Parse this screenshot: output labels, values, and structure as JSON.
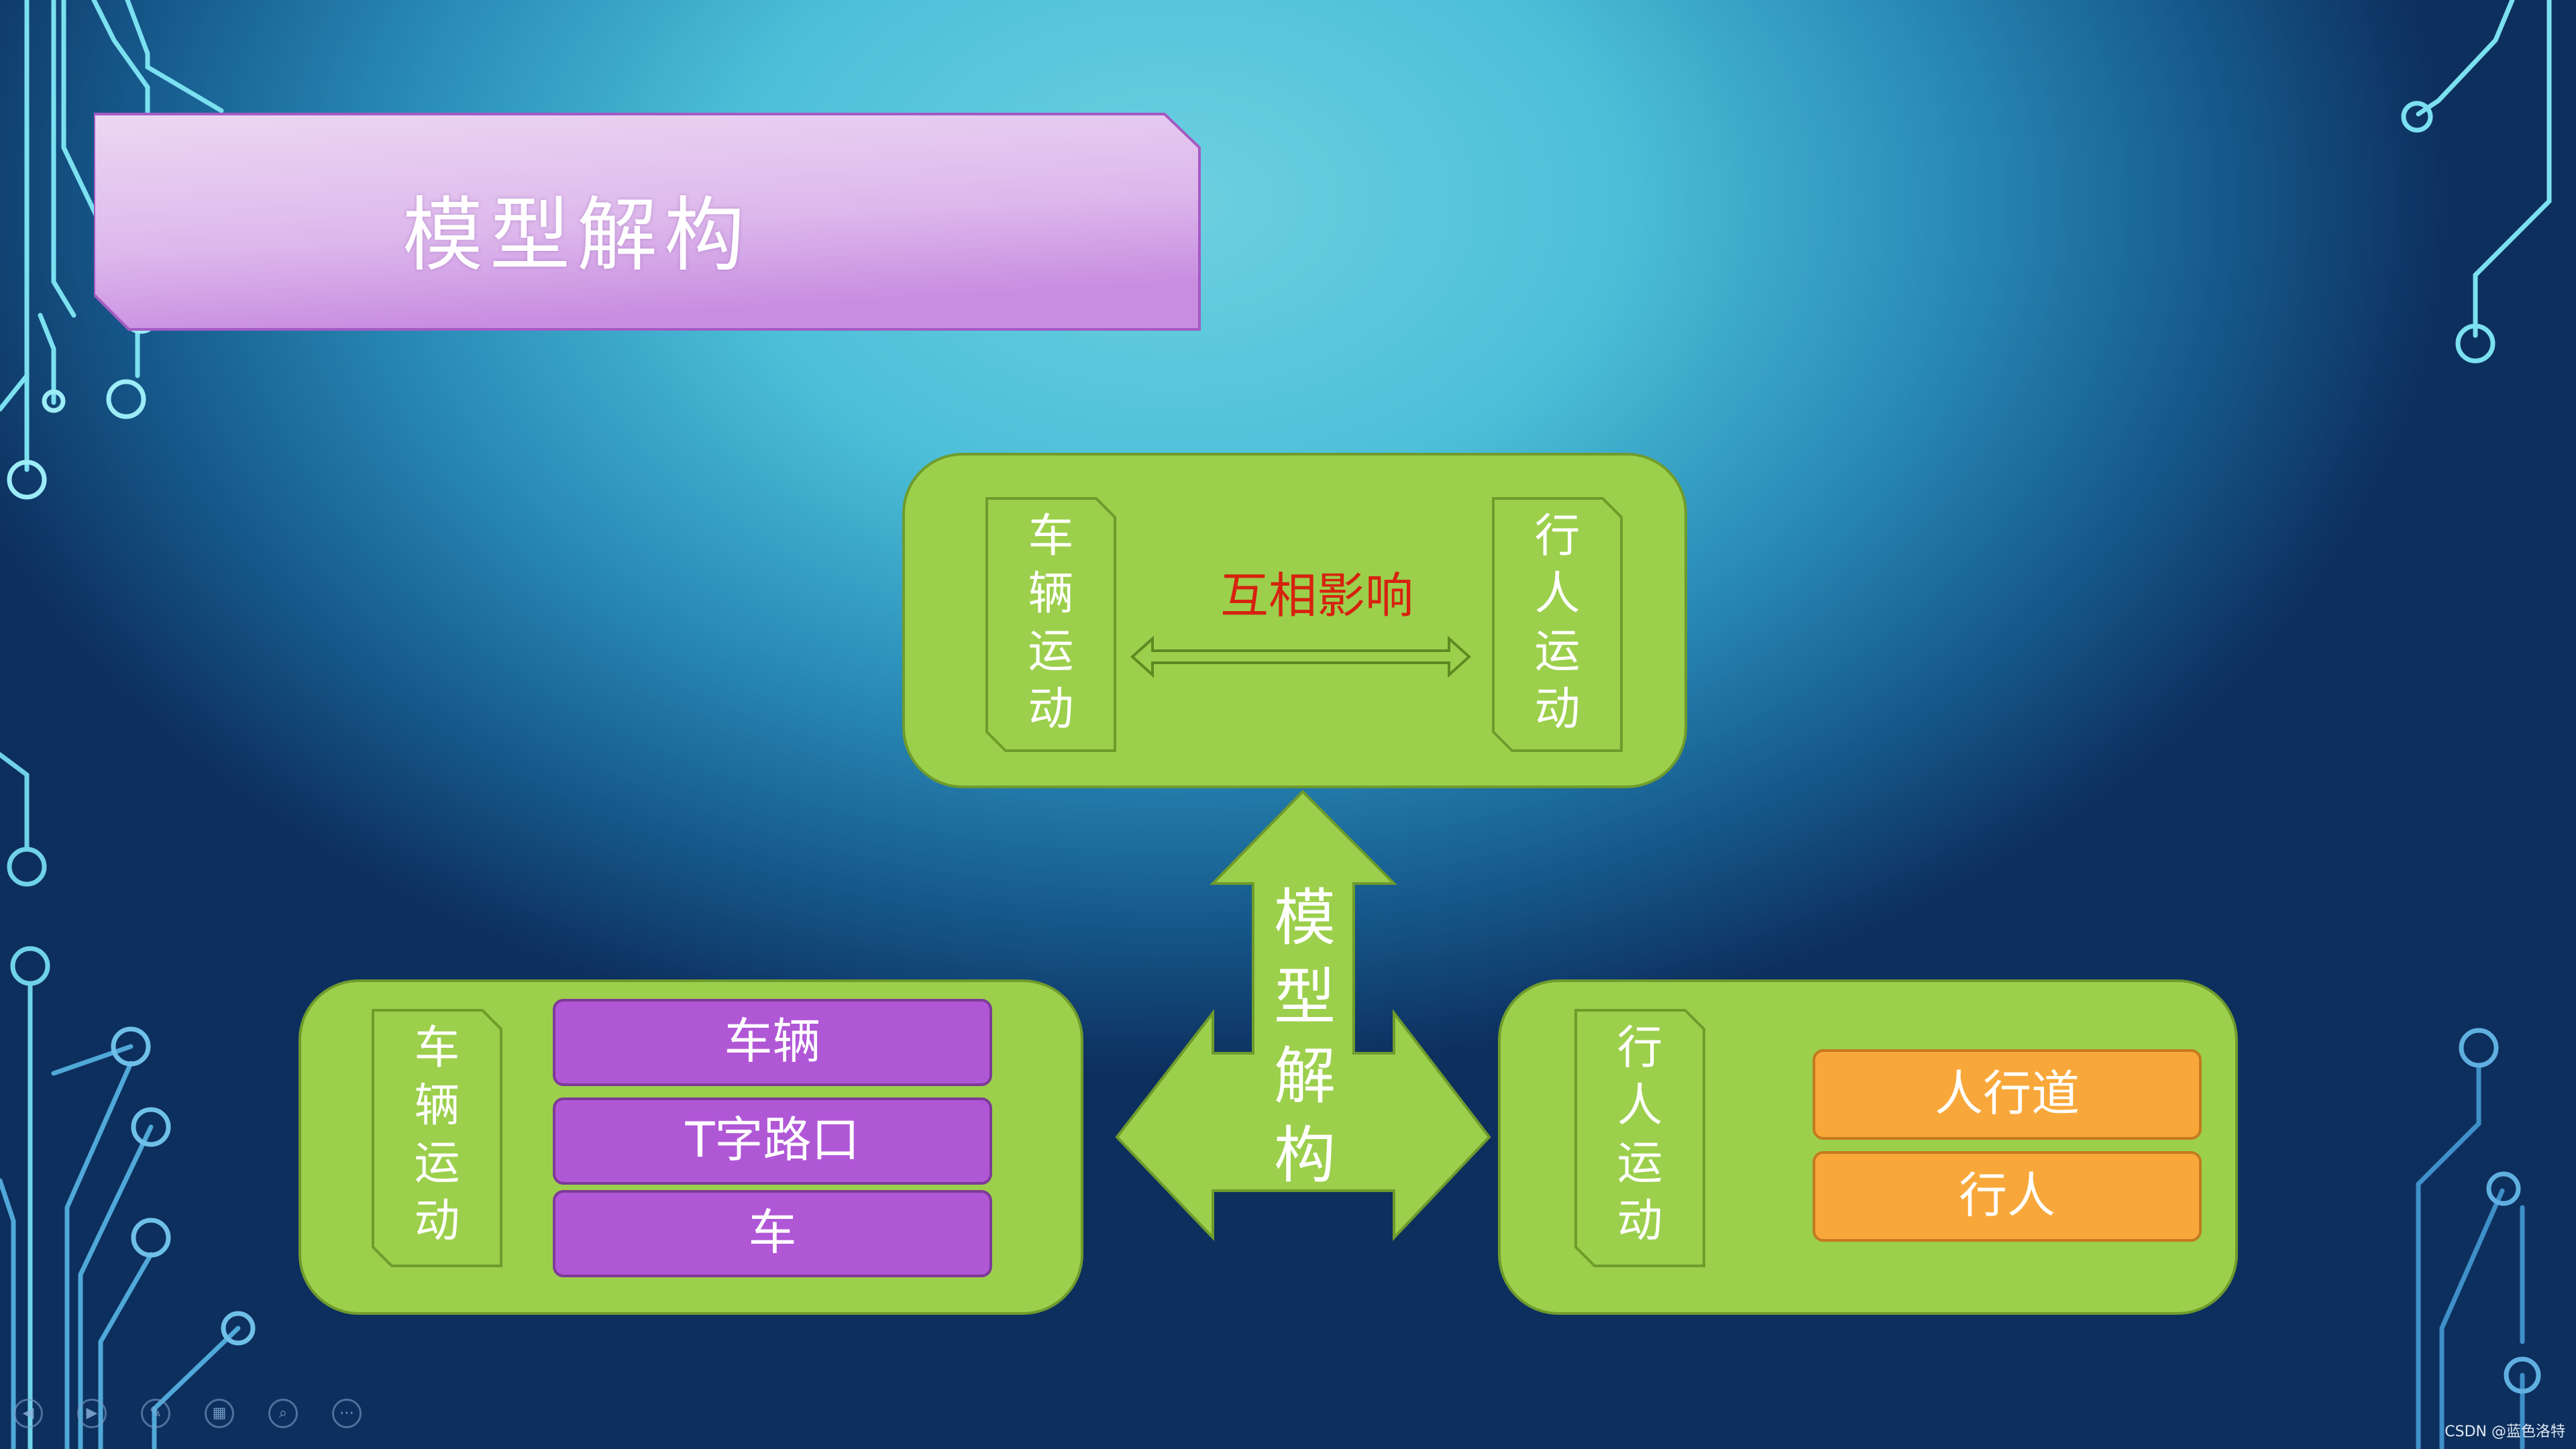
{
  "slide": {
    "title": "模型解构",
    "center_label": "模型解构",
    "watermark": "CSDN @蓝色洛特"
  },
  "top_panel": {
    "left_label": "车辆运动",
    "right_label": "行人运动",
    "relation": "互相影响"
  },
  "left_panel": {
    "label": "车辆运动",
    "items": [
      "车辆",
      "T字路口",
      "车"
    ]
  },
  "right_panel": {
    "label": "行人运动",
    "items": [
      "人行道",
      "行人"
    ]
  },
  "toolbar": {
    "buttons": [
      {
        "icon": "previous-icon"
      },
      {
        "icon": "next-icon"
      },
      {
        "icon": "pen-icon"
      },
      {
        "icon": "slides-grid-icon"
      },
      {
        "icon": "zoom-icon"
      },
      {
        "icon": "more-icon"
      }
    ]
  },
  "colors": {
    "panel_green": "#9ccf4c",
    "item_purple": "#b057d6",
    "item_orange": "#f8a83a",
    "relation_red": "#d6220f",
    "title_banner": "#d9aee8"
  }
}
